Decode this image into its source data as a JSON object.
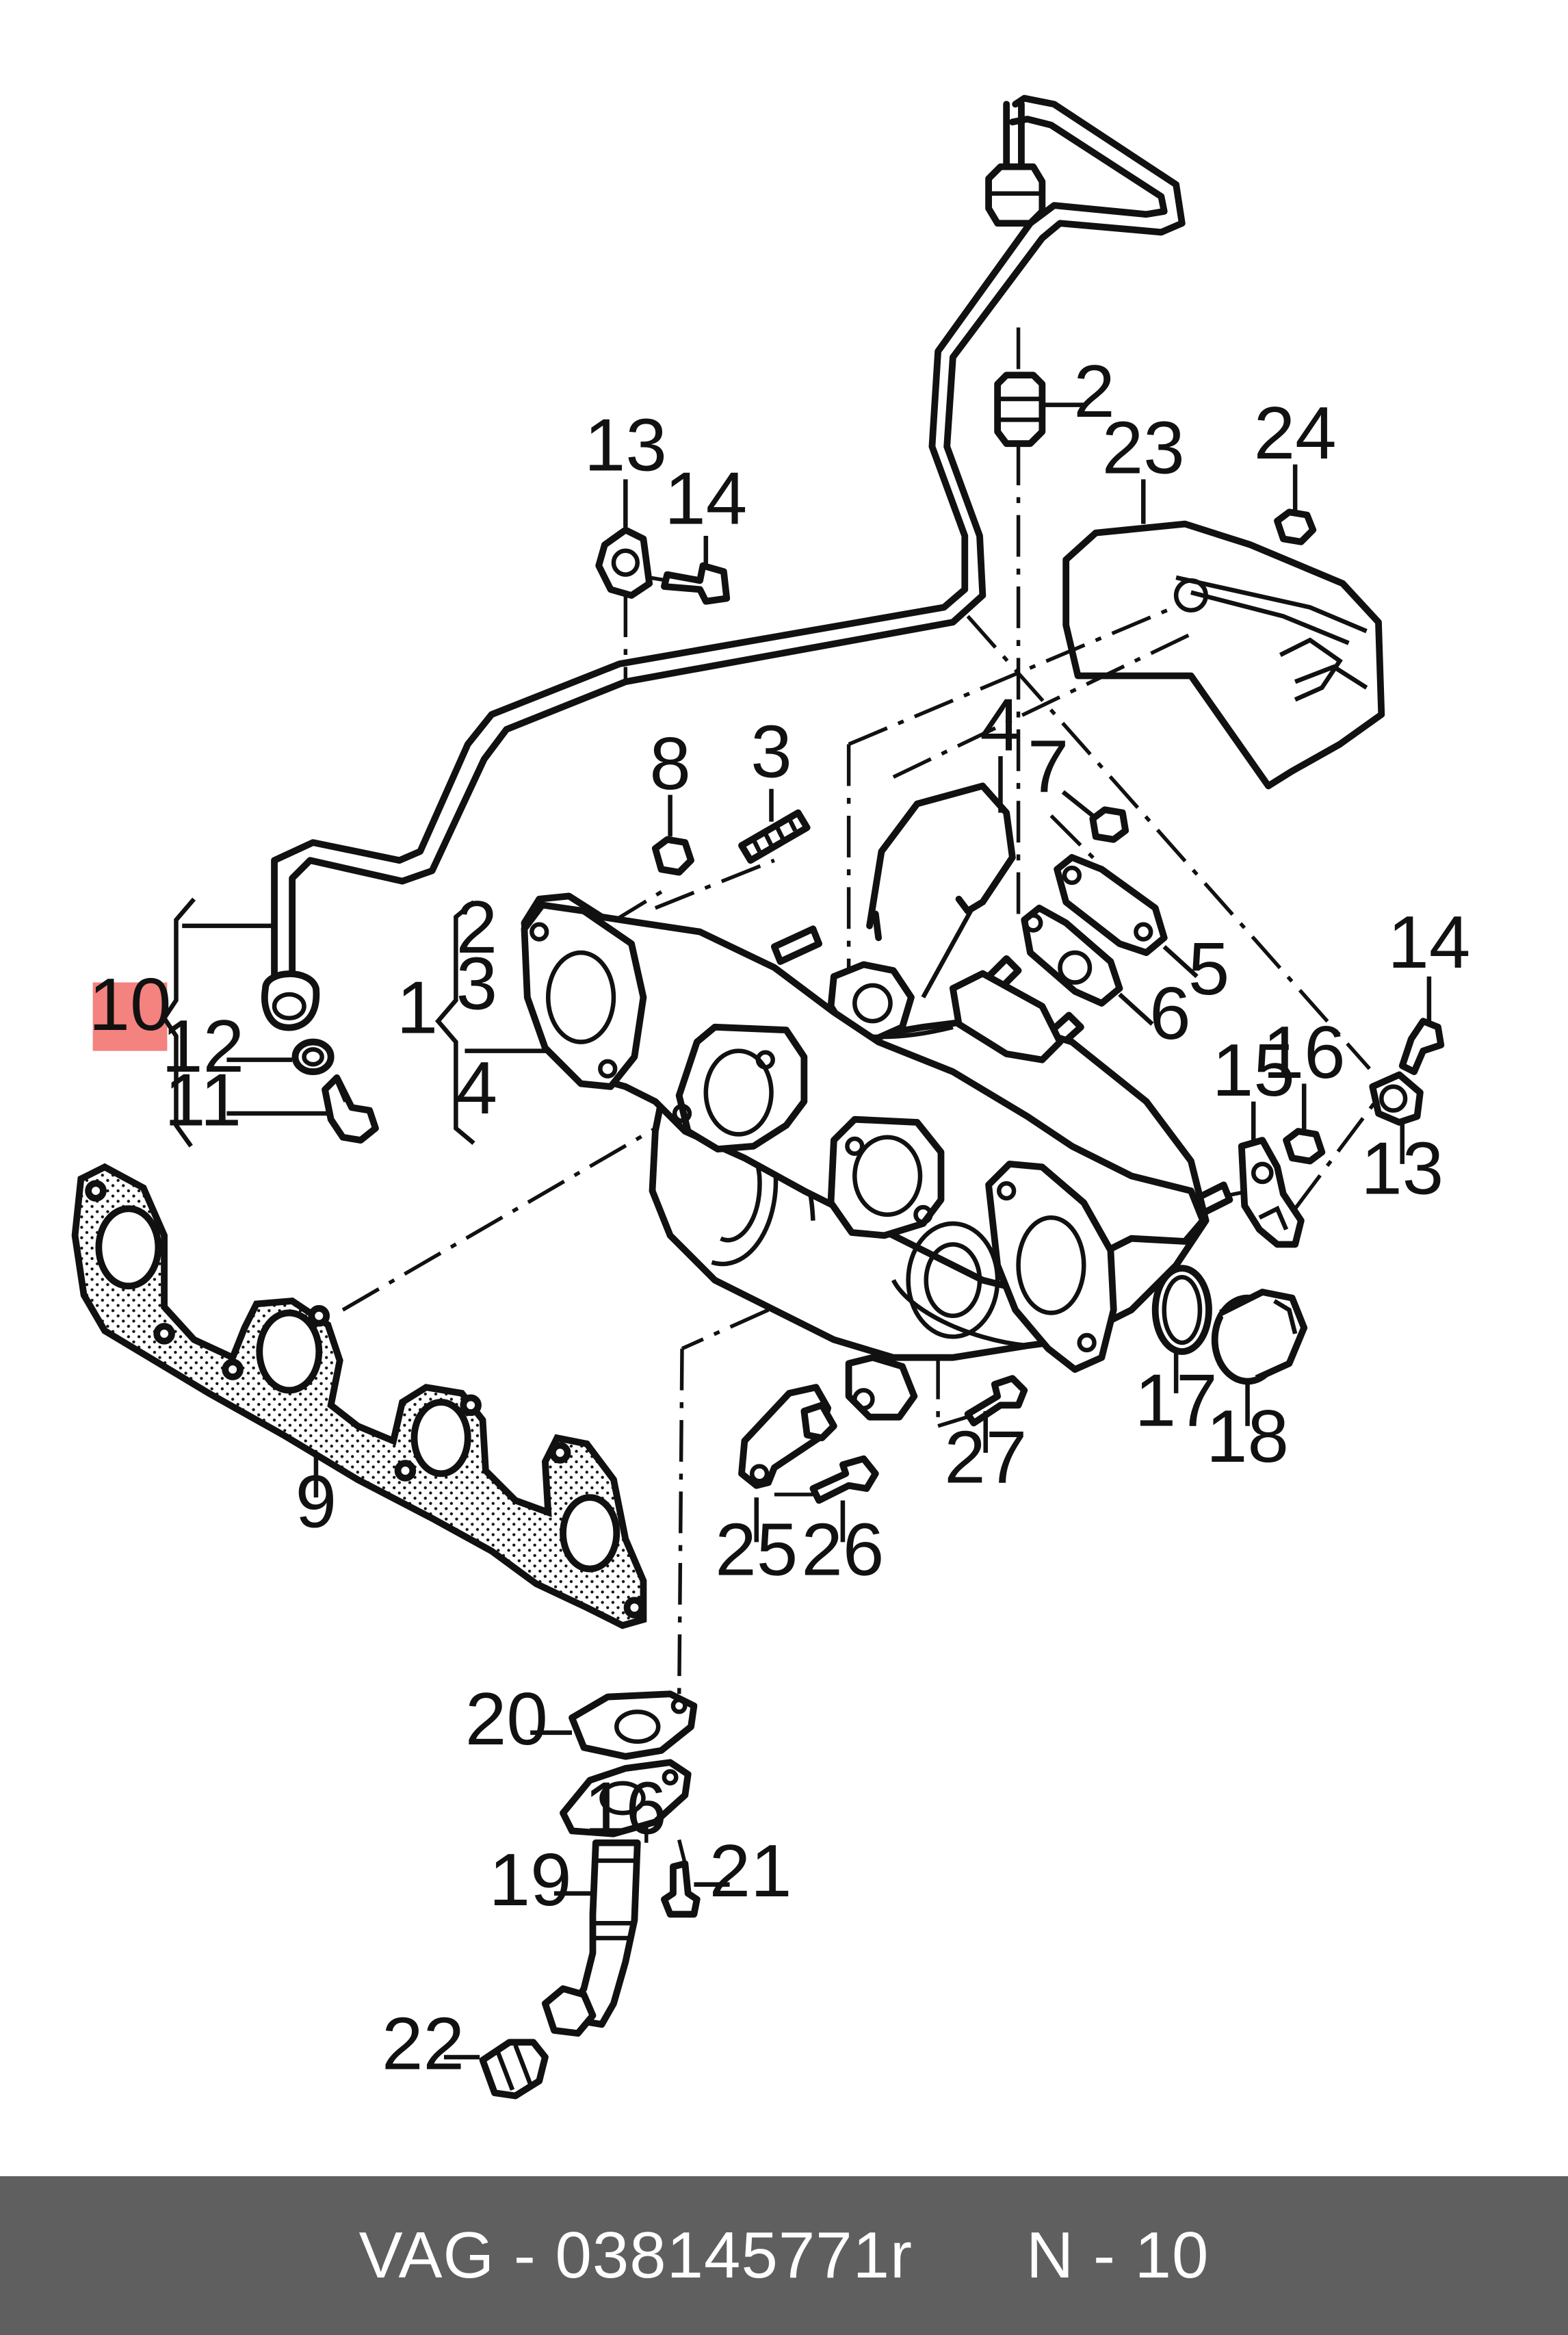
{
  "callouts": {
    "c1": "1",
    "c2": "2",
    "c3": "3",
    "c4": "4",
    "c5": "5",
    "c6": "6",
    "c7": "7",
    "c8": "8",
    "c9": "9",
    "c10": "10",
    "c11": "11",
    "c12": "12",
    "c13a": "13",
    "c13b": "13",
    "c14a": "14",
    "c14b": "14",
    "c15": "15",
    "c16a": "16",
    "c16b": "16",
    "c17": "17",
    "c18": "18",
    "c19": "19",
    "c20": "20",
    "c21": "21",
    "c22": "22",
    "c23": "23",
    "c24": "24",
    "c25": "25",
    "c26": "26",
    "c27": "27",
    "group1": {
      "c2": "2",
      "c3": "3",
      "c4": "4"
    }
  },
  "highlight": {
    "label": "10",
    "color": "#f4827f"
  },
  "footer": {
    "brand": "VAG",
    "separator": "-",
    "part_number": "038145771r",
    "position": "N - 10",
    "background": "#5f5f5f",
    "text_color": "#ffffff"
  }
}
